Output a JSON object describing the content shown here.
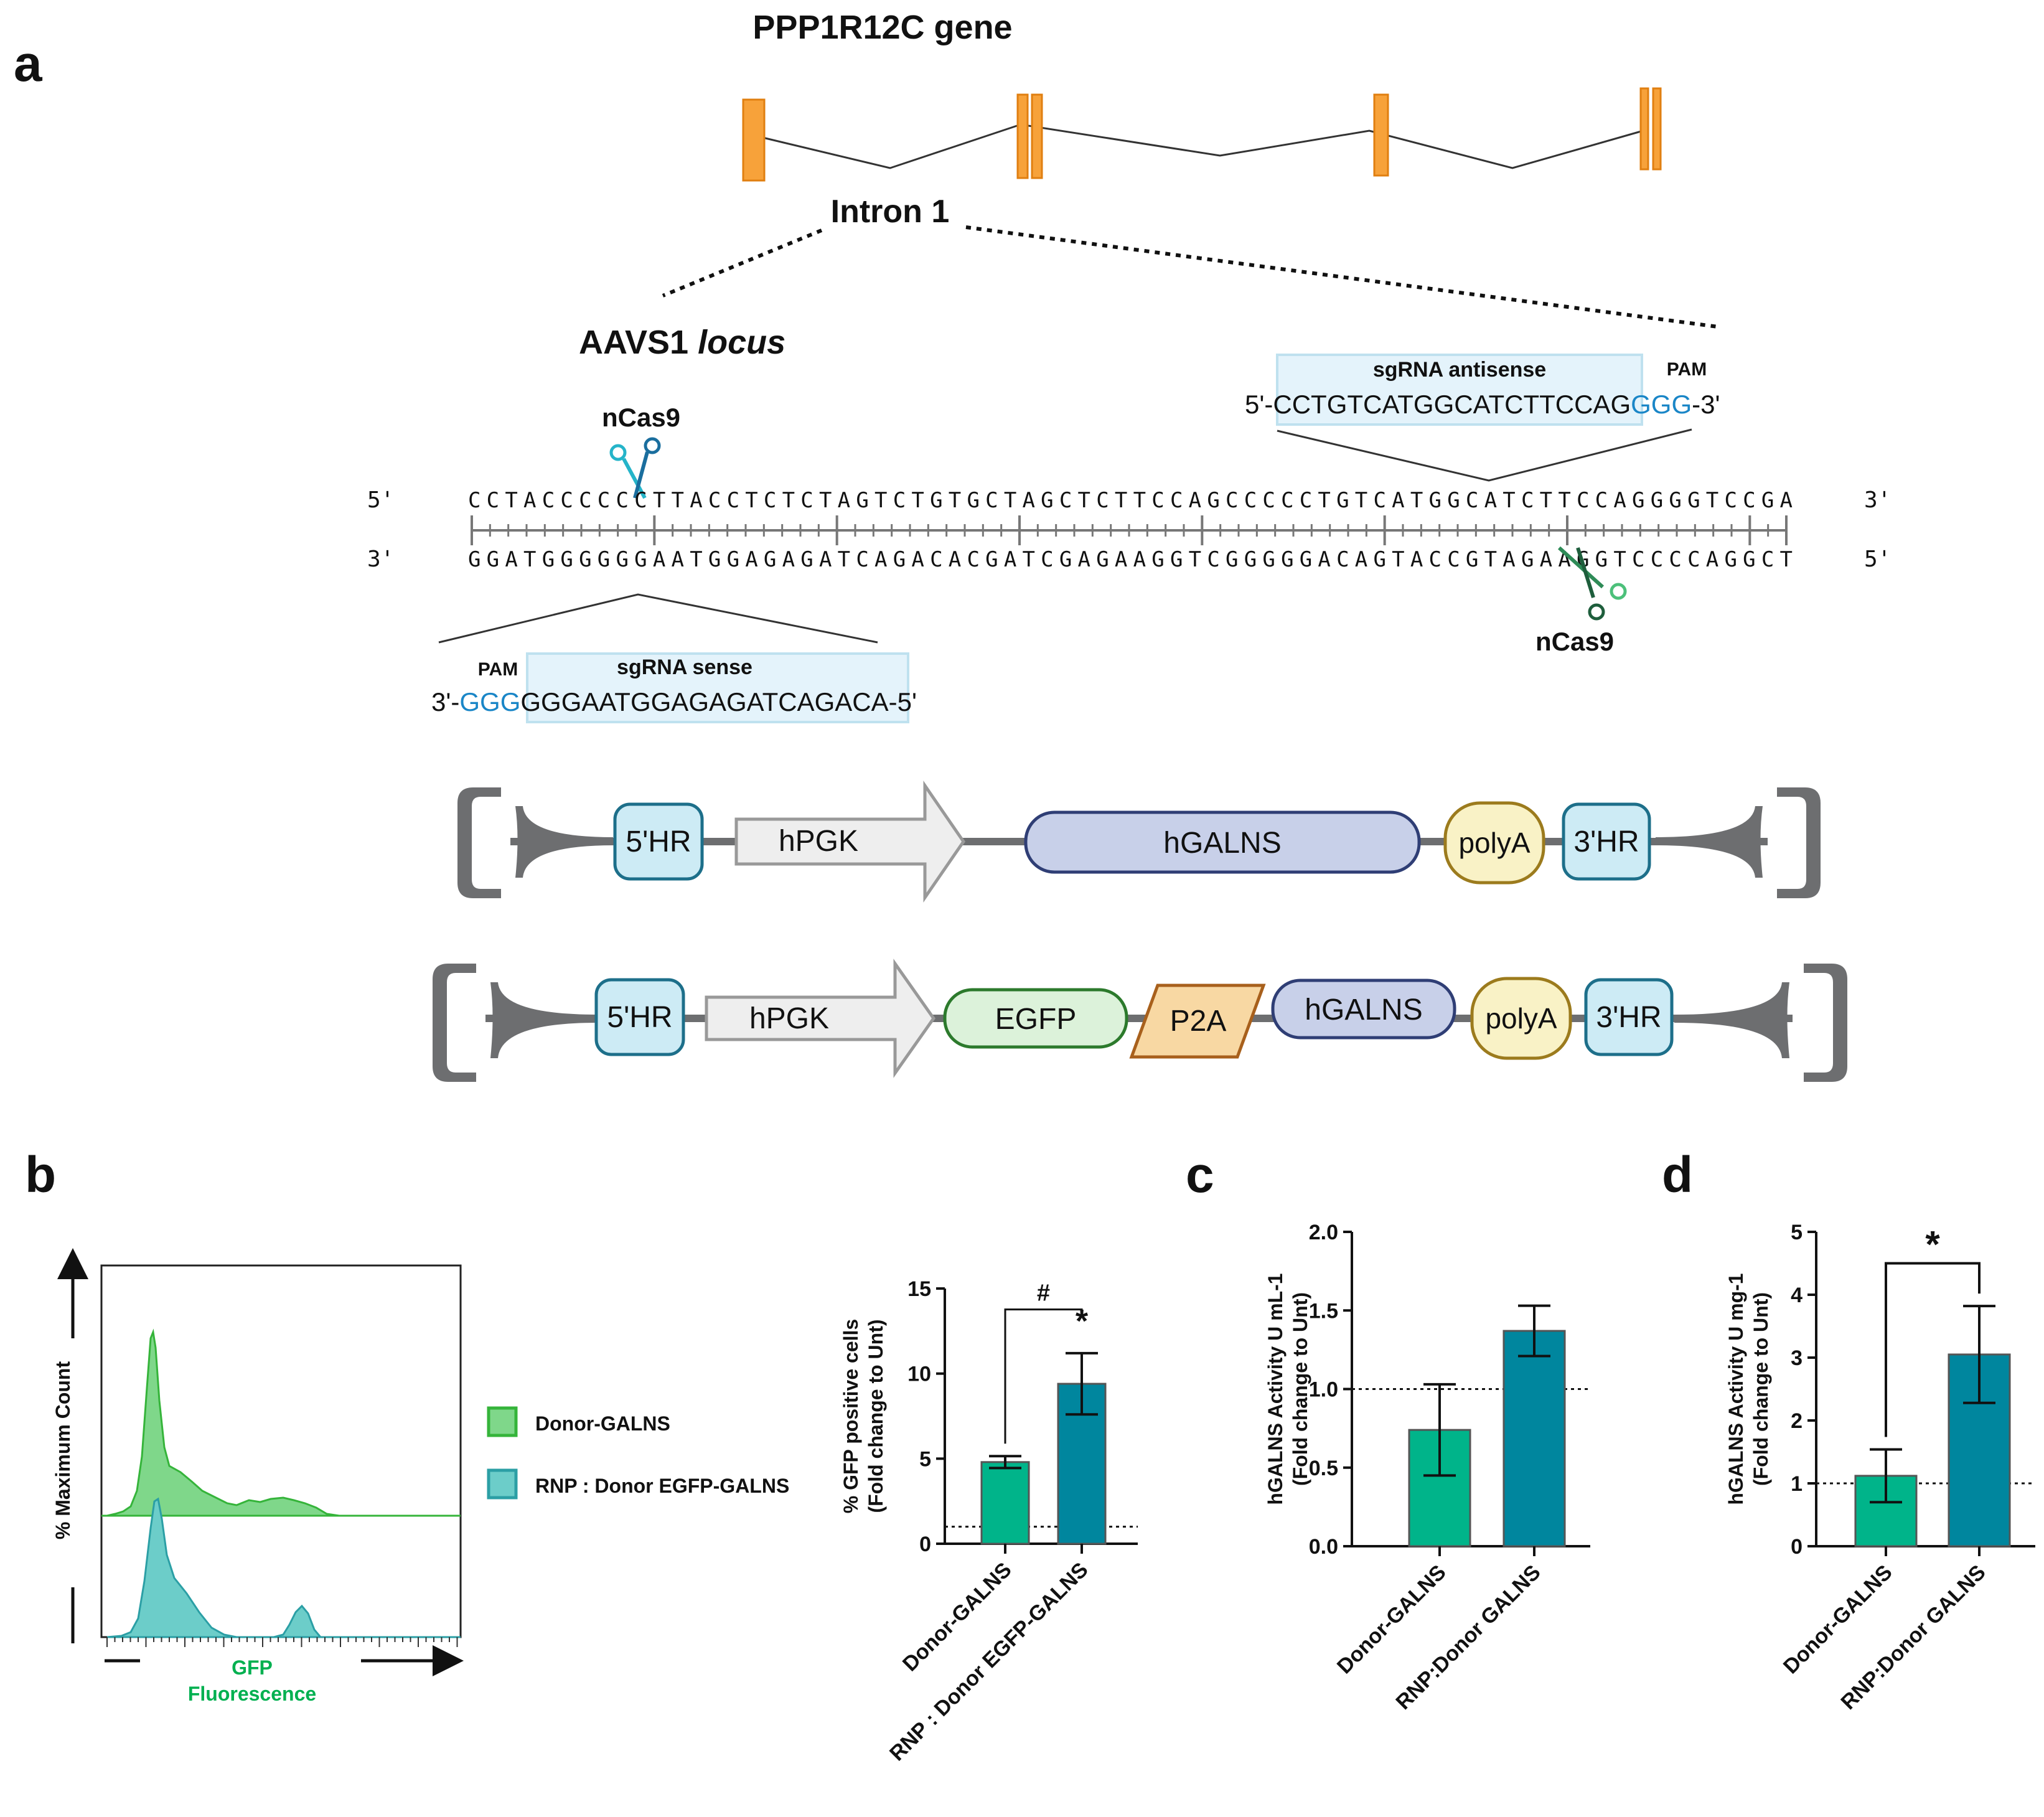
{
  "panel_letters": {
    "a": "a",
    "b": "b",
    "c": "c",
    "d": "d"
  },
  "panel_a": {
    "gene_title": "PPP1R12C gene",
    "intron_label": "Intron 1",
    "locus_name": "AAVS1",
    "locus_word": "locus",
    "ncas9_top": "nCas9",
    "ncas9_bottom": "nCas9",
    "top_strand": {
      "end_left": "5'",
      "end_right": "3'",
      "seq": "CCTACCCCCCTTACCTCTCTAGTCTGTGCTAGCTCTTCCAGCCCCCTGTCATGGCATCTTCCAGGGGTCCGA"
    },
    "bottom_strand": {
      "end_left": "3'",
      "end_right": "5'",
      "seq": "GGATGGGGGGAATGGAGAGATCAGACACGATCGAGAAGGTCGGGGGACAGTACCGTAGAAGGTCCCCAGGCT"
    },
    "antisense": {
      "label": "sgRNA antisense",
      "pam_label": "PAM",
      "prefix": "5'-",
      "protospacer": "CCTGTCATGGCATCTTCCAG",
      "pam": "GGG",
      "suffix": "-3'"
    },
    "sense": {
      "label": "sgRNA sense",
      "pam_label": "PAM",
      "prefix": "3'-",
      "pam": "GGG",
      "protospacer": "GGGAATGGAGAGATCAGACA",
      "suffix": "-5'"
    },
    "construct1": {
      "hr5": "5'HR",
      "promoter": "hPGK",
      "gene": "hGALNS",
      "polya": "polyA",
      "hr3": "3'HR"
    },
    "construct2": {
      "hr5": "5'HR",
      "promoter": "hPGK",
      "egfp": "EGFP",
      "p2a": "P2A",
      "gene": "hGALNS",
      "polya": "polyA",
      "hr3": "3'HR"
    }
  },
  "panel_b_hist": {
    "ylabel": "% Maximum Count",
    "xlabel_line1": "GFP",
    "xlabel_line2": "Fluorescence",
    "legend": [
      {
        "name": "Donor-GALNS",
        "color": "#5cc95a"
      },
      {
        "name": "RNP : Donor EGFP-GALNS",
        "color": "#4ab5b5"
      }
    ]
  },
  "colors": {
    "green_bar": "#00b48a",
    "teal_bar": "#00869e",
    "orange_exon": "#f7a23a",
    "pam_blue": "#1a86c7"
  },
  "chart_data": [
    {
      "type": "bar",
      "panel": "b",
      "categories": [
        "Donor-GALNS",
        "RNP : Donor EGFP-GALNS"
      ],
      "values": [
        4.8,
        9.4
      ],
      "errors": [
        0.35,
        1.8
      ],
      "ylabel_line1": "% GFP positive cells",
      "ylabel_line2": "(Fold change to Unt)",
      "ylim": [
        0,
        15
      ],
      "yticks": [
        "0",
        "5",
        "10",
        "15"
      ],
      "reference_line": 1,
      "annotations": {
        "hash": "#",
        "star": "*"
      }
    },
    {
      "type": "bar",
      "panel": "c",
      "categories": [
        "Donor-GALNS",
        "RNP:Donor GALNS"
      ],
      "values": [
        0.74,
        1.37
      ],
      "errors": [
        0.29,
        0.16
      ],
      "ylabel_line1": "hGALNS Activity U mL-1",
      "ylabel_line2": "(Fold change to Unt)",
      "ylim": [
        0,
        2.0
      ],
      "yticks": [
        "0.0",
        "0.5",
        "1.0",
        "1.5",
        "2.0"
      ],
      "reference_line": 1.0
    },
    {
      "type": "bar",
      "panel": "d",
      "categories": [
        "Donor-GALNS",
        "RNP:Donor GALNS"
      ],
      "values": [
        1.12,
        3.05
      ],
      "errors": [
        0.42,
        0.77
      ],
      "ylabel_line1": "hGALNS Activity U mg-1",
      "ylabel_line2": "(Fold change to Unt)",
      "ylim": [
        0,
        5
      ],
      "yticks": [
        "0",
        "1",
        "2",
        "3",
        "4",
        "5"
      ],
      "reference_line": 1,
      "annotations": {
        "star": "*"
      }
    }
  ]
}
